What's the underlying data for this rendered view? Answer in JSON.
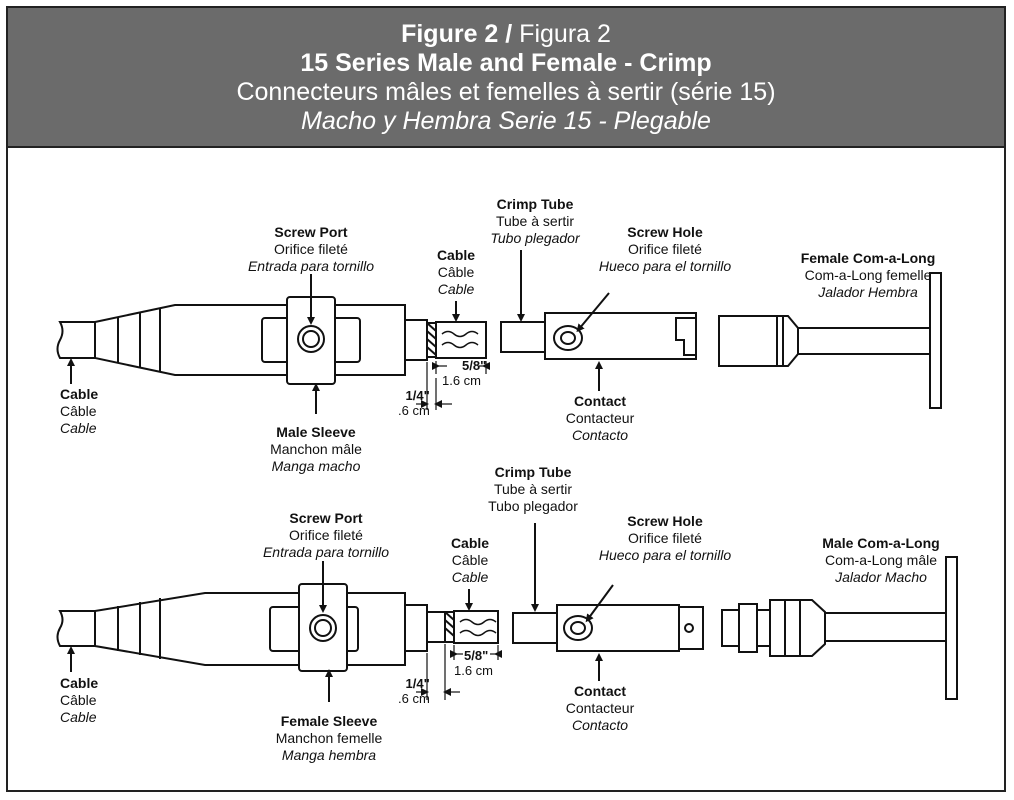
{
  "header": {
    "figure_bold": "Figure 2 /",
    "figure_rest": " Figura 2",
    "title_en": "15 Series Male and Female - Crimp",
    "title_fr": "Connecteurs mâles et femelles à sertir (série 15)",
    "title_es": "Macho y Hembra Serie 15 - Plegable"
  },
  "top": {
    "screw_port": {
      "en": "Screw Port",
      "fr": "Orifice fileté",
      "es": "Entrada para tornillo"
    },
    "cable_mid": {
      "en": "Cable",
      "fr": "Câble",
      "es": "Cable"
    },
    "crimp_tube": {
      "en": "Crimp Tube",
      "fr": "Tube à sertir",
      "es": "Tubo plegador"
    },
    "screw_hole": {
      "en": "Screw Hole",
      "fr": "Orifice fileté",
      "es": "Hueco para el tornillo"
    },
    "com_a_long": {
      "en": "Female Com-a-Long",
      "fr": "Com-a-Long femelle",
      "es": "Jalador Hembra"
    },
    "cable_left": {
      "en": "Cable",
      "fr": "Câble",
      "es": "Cable"
    },
    "sleeve": {
      "en": "Male Sleeve",
      "fr": "Manchon mâle",
      "es": "Manga macho"
    },
    "contact": {
      "en": "Contact",
      "fr": "Contacteur",
      "es": "Contacto"
    },
    "dim_58": {
      "in": "5/8\"",
      "cm": "1.6 cm"
    },
    "dim_14": {
      "in": "1/4\"",
      "cm": ".6 cm"
    }
  },
  "bottom": {
    "screw_port": {
      "en": "Screw Port",
      "fr": "Orifice fileté",
      "es": "Entrada para tornillo"
    },
    "cable_mid": {
      "en": "Cable",
      "fr": "Câble",
      "es": "Cable"
    },
    "crimp_tube": {
      "en": "Crimp Tube",
      "fr": "Tube à sertir",
      "es": "Tubo plegador"
    },
    "screw_hole": {
      "en": "Screw Hole",
      "fr": "Orifice fileté",
      "es": "Hueco para el tornillo"
    },
    "com_a_long": {
      "en": "Male Com-a-Long",
      "fr": "Com-a-Long mâle",
      "es": "Jalador Macho"
    },
    "cable_left": {
      "en": "Cable",
      "fr": "Câble",
      "es": "Cable"
    },
    "sleeve": {
      "en": "Female Sleeve",
      "fr": "Manchon femelle",
      "es": "Manga hembra"
    },
    "contact": {
      "en": "Contact",
      "fr": "Contacteur",
      "es": "Contacto"
    },
    "dim_58": {
      "in": "5/8\"",
      "cm": "1.6 cm"
    },
    "dim_14": {
      "in": "1/4\"",
      "cm": ".6 cm"
    }
  }
}
